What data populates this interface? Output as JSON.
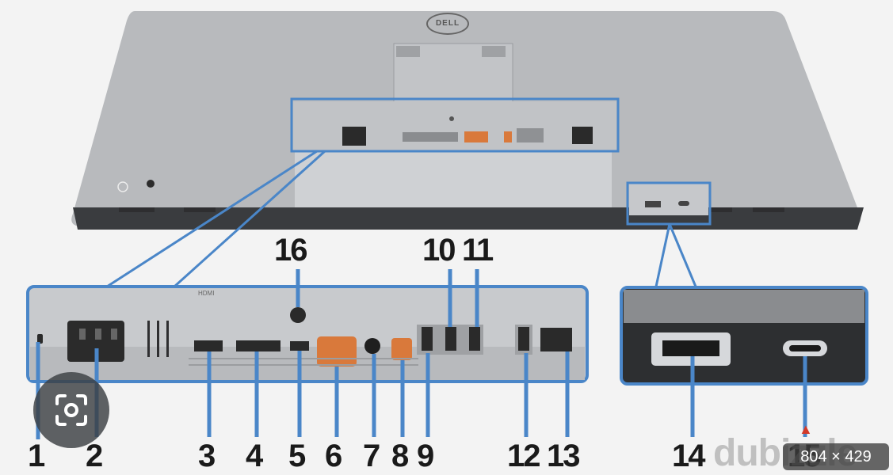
{
  "brand_logo": "DELL",
  "port_labels": {
    "hdmi": "HDMI"
  },
  "callouts": [
    "1",
    "2",
    "3",
    "4",
    "5",
    "6",
    "7",
    "8",
    "9",
    "10",
    "11",
    "12",
    "13",
    "14",
    "15",
    "16"
  ],
  "overlays": {
    "image_size": "804 × 429",
    "watermark": "dubizzle"
  },
  "colors": {
    "highlight": "#4a86c8",
    "monitor_body": "#b9bbbe",
    "panel_fill": "#c7c9cc",
    "port_orange": "#d9793b",
    "port_dark": "#2a2a2a",
    "lens_bg": "#3c4043"
  },
  "icons": [
    "camera-lens-icon",
    "usb-icon",
    "power-icon",
    "audio-jack-icon",
    "kensington-lock-icon"
  ]
}
